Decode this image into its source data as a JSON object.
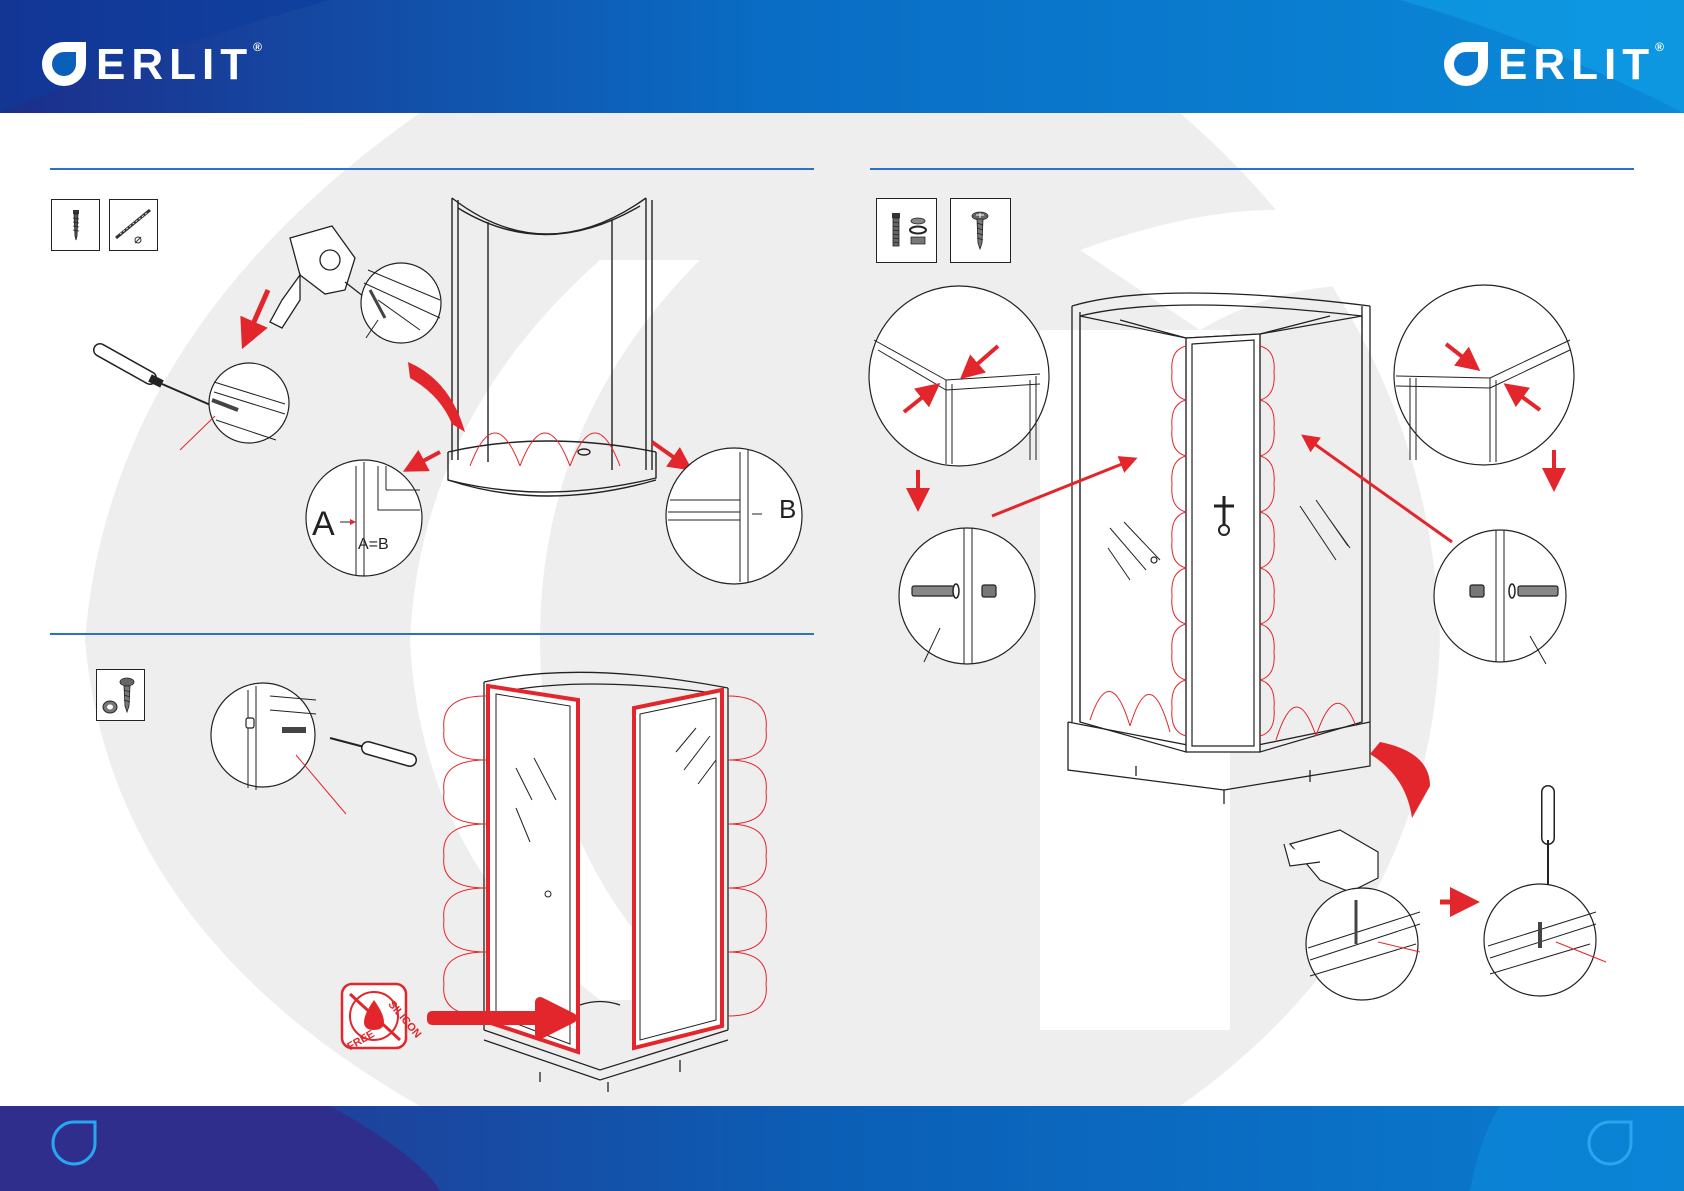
{
  "brand": {
    "name": "ERLIT",
    "registered": "®",
    "colors": {
      "primary": "#0a6cc4",
      "dark": "#1c2e8a",
      "accent": "#e3262b",
      "rule": "#2a73c4"
    }
  },
  "step1": {
    "dimension_a": "A",
    "dimension_b": "B",
    "equation": "A=B",
    "tool_icons": [
      "screw-icon",
      "drill-bit-icon"
    ]
  },
  "step2": {
    "tool_icons": [
      "washer-screw-icon"
    ],
    "silicon_badge": {
      "top": "SILICON",
      "bottom": "FREE"
    }
  },
  "step3": {
    "tool_icons": [
      "bolt-nut-washer-icon",
      "screw-icon"
    ]
  }
}
